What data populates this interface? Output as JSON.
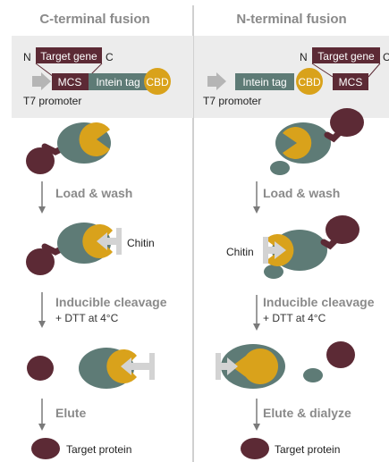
{
  "colors": {
    "maroon": "#5c2a35",
    "teal": "#5e7b76",
    "gold": "#d9a21b",
    "chitin_gray": "#d3d3d3",
    "heading_gray": "#8a8a8a",
    "panel_bg": "#ececec",
    "divider": "#b0b0b0"
  },
  "left": {
    "heading": "C-terminal fusion",
    "construct": {
      "n_label": "N",
      "target_gene": "Target gene",
      "c_label": "C",
      "mcs": "MCS",
      "intein_tag": "Intein tag",
      "cbd": "CBD",
      "promoter": "T7 promoter"
    },
    "step1": "Load & wash",
    "chitin_label": "Chitin",
    "step2": "Inducible cleavage",
    "step2_sub": "+ DTT at 4°C",
    "step3": "Elute",
    "result": "Target protein"
  },
  "right": {
    "heading": "N-terminal fusion",
    "construct": {
      "n_label": "N",
      "target_gene": "Target gene",
      "c_label": "C",
      "intein_tag": "Intein tag",
      "cbd": "CBD",
      "mcs": "MCS",
      "promoter": "T7 promoter"
    },
    "step1": "Load & wash",
    "chitin_label": "Chitin",
    "step2": "Inducible cleavage",
    "step2_sub": "+ DTT at 4°C",
    "step3": "Elute & dialyze",
    "result": "Target protein"
  }
}
